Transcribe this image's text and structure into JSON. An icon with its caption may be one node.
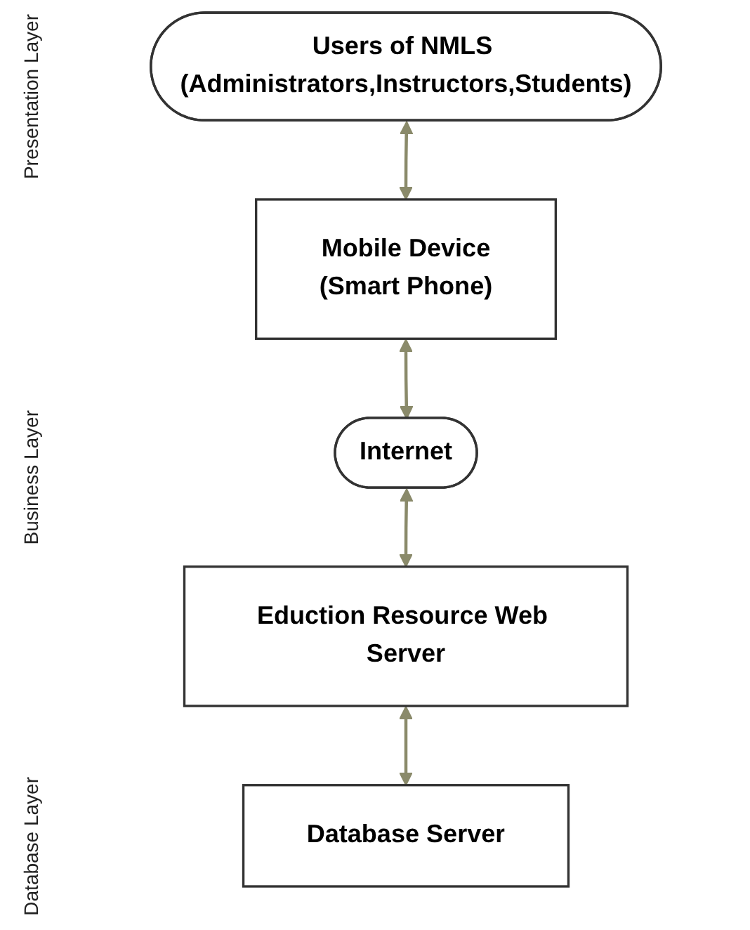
{
  "diagram": {
    "nodes": [
      {
        "text": [
          "Users of NMLS (Administrators,Instructors,Students)"
        ]
      },
      {
        "text": [
          "Mobile Device",
          "(Smart Phone)"
        ]
      },
      {
        "text": [
          "Internet"
        ]
      },
      {
        "text": [
          "Eduction Resource Web Server"
        ]
      },
      {
        "text": [
          "Database Server"
        ]
      }
    ],
    "edges": [
      {
        "from": 0,
        "to": 1,
        "arrow": "both"
      },
      {
        "from": 1,
        "to": 2,
        "arrow": "both"
      },
      {
        "from": 2,
        "to": 3,
        "arrow": "both"
      },
      {
        "from": 3,
        "to": 4,
        "arrow": "both"
      }
    ],
    "labels": [
      "Presentation Layer",
      "Business Layer",
      "Database Layer"
    ]
  }
}
